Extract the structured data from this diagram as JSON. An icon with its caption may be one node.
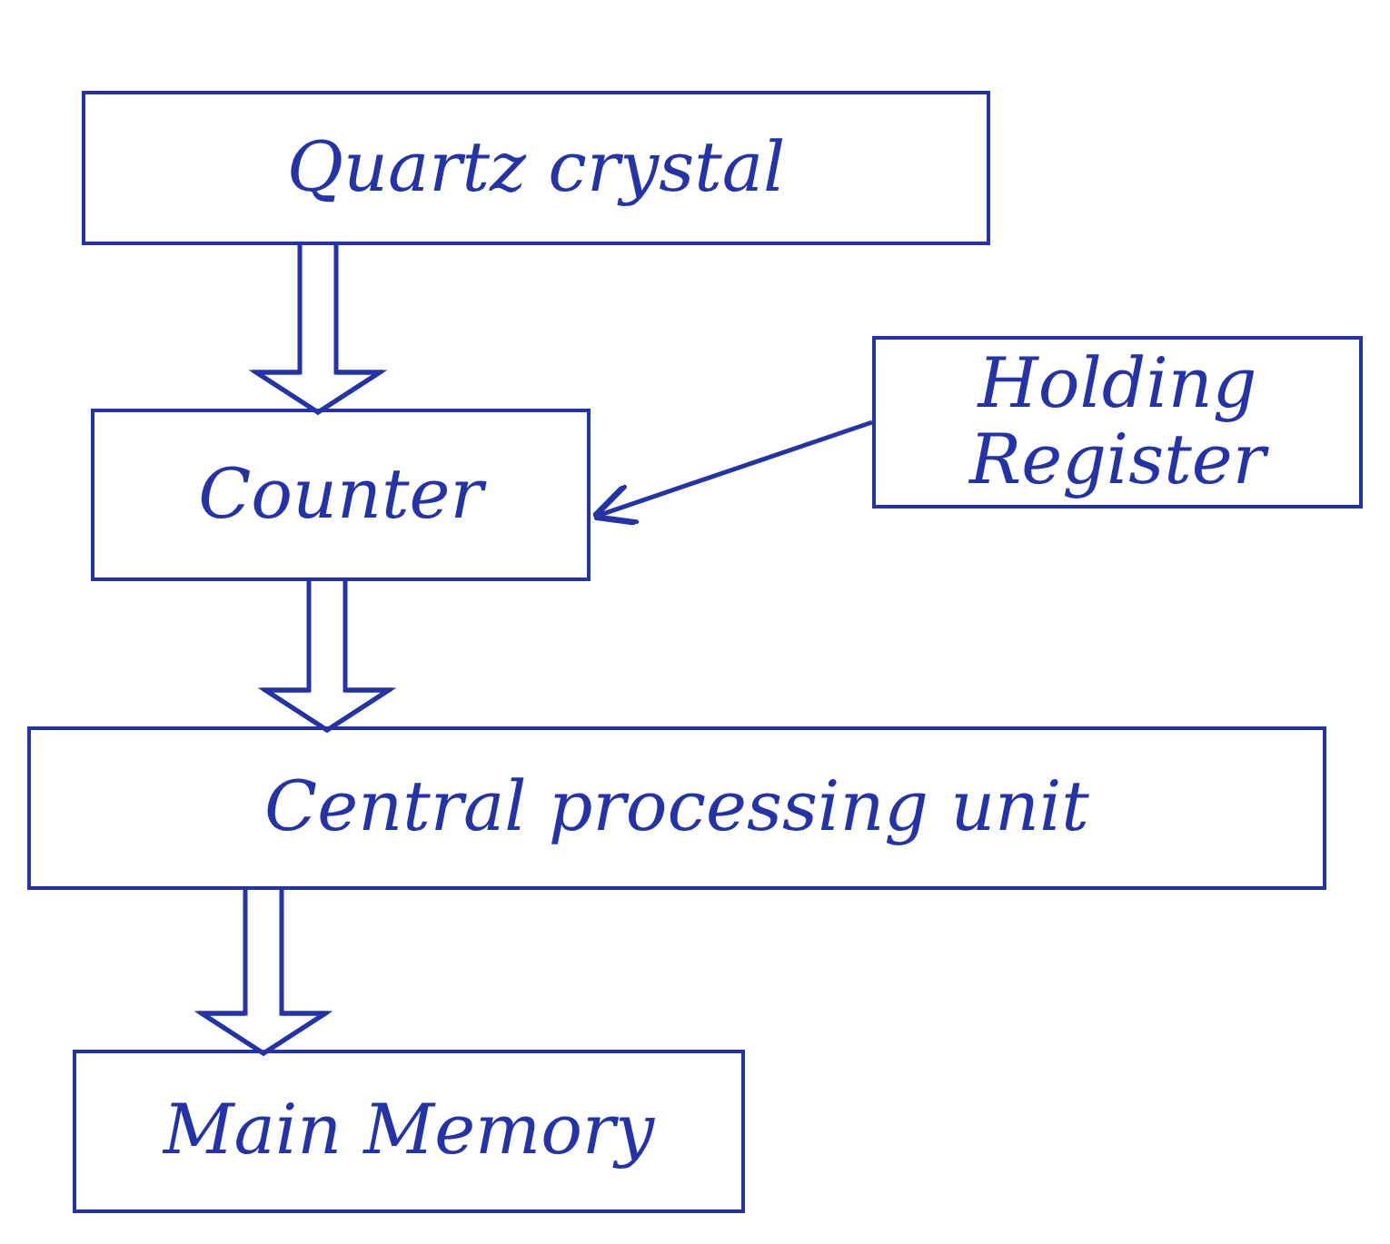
{
  "diagram": {
    "nodes": [
      {
        "text": [
          "Quartz crystal"
        ]
      },
      {
        "text": [
          "Counter"
        ]
      },
      {
        "text": [
          "Holding Register"
        ]
      },
      {
        "text": [
          "Central processing unit"
        ]
      },
      {
        "text": [
          "Main Memory"
        ]
      }
    ],
    "edges": [
      {
        "from": 0,
        "to": 1,
        "arrow": "to"
      },
      {
        "from": 2,
        "to": 1,
        "arrow": "to"
      },
      {
        "from": 1,
        "to": 3,
        "arrow": "to"
      },
      {
        "from": 3,
        "to": 4,
        "arrow": "to"
      }
    ]
  }
}
